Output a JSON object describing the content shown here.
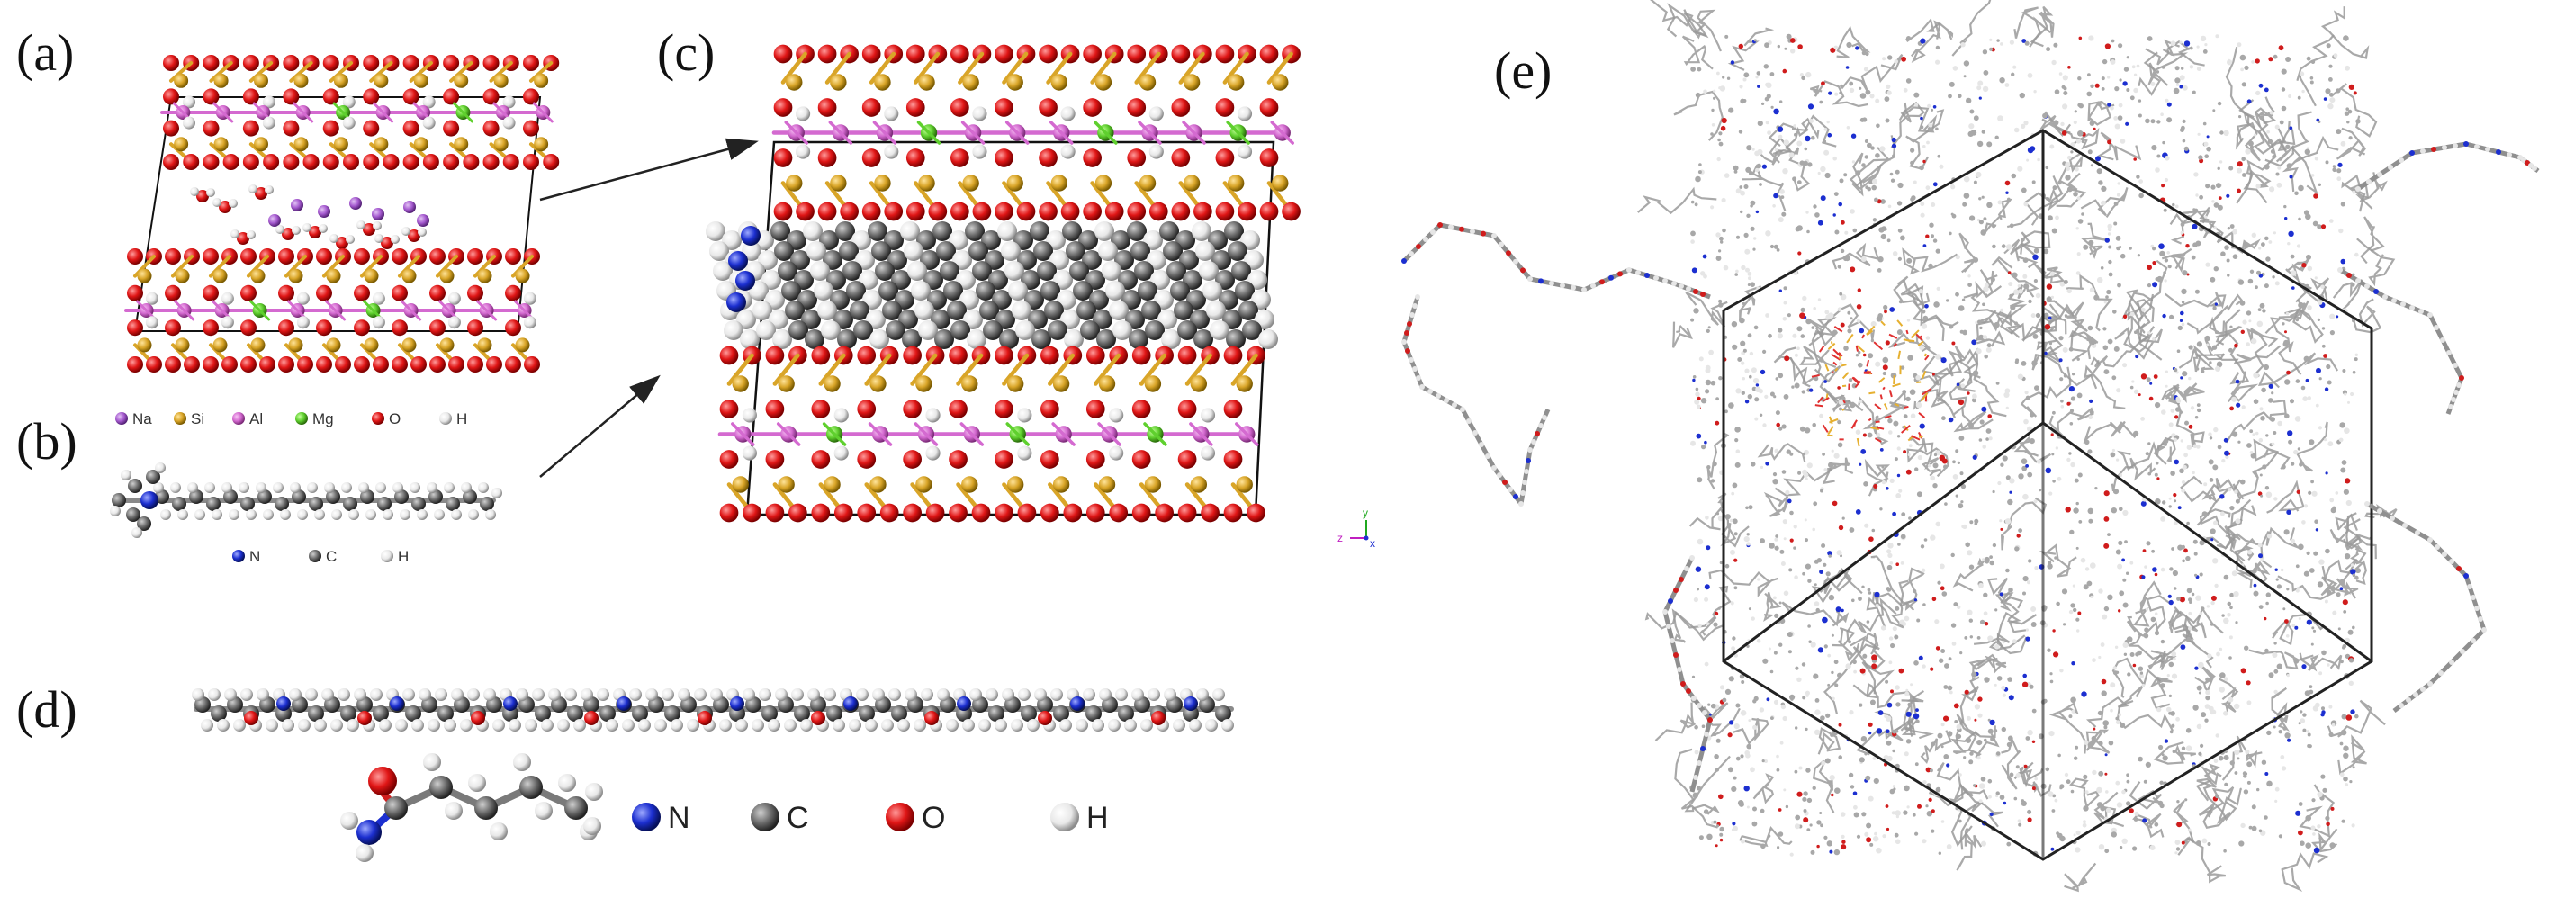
{
  "panels": {
    "a": "(a)",
    "b": "(b)",
    "c": "(c)",
    "d": "(d)",
    "e": "(e)"
  },
  "legend_a": [
    {
      "label": "Na",
      "color": "#a65bd0"
    },
    {
      "label": "Si",
      "color": "#d9a528"
    },
    {
      "label": "Al",
      "color": "#d46ad0"
    },
    {
      "label": "Mg",
      "color": "#5fd02e"
    },
    {
      "label": "O",
      "color": "#e01616"
    },
    {
      "label": "H",
      "color": "#e8e8e8"
    }
  ],
  "legend_b": [
    {
      "label": "N",
      "color": "#1c2fd0"
    },
    {
      "label": "C",
      "color": "#6d6d6d"
    },
    {
      "label": "H",
      "color": "#e8e8e8"
    }
  ],
  "legend_d": [
    {
      "label": "N",
      "color": "#1c2fd0"
    },
    {
      "label": "C",
      "color": "#6d6d6d"
    },
    {
      "label": "O",
      "color": "#e01616"
    },
    {
      "label": "H",
      "color": "#e8e8e8"
    }
  ],
  "axis_c": {
    "y": "y",
    "z": "z",
    "x": "x"
  },
  "colors": {
    "Si": "#d9a528",
    "O": "#e01616",
    "Al": "#d46ad0",
    "Mg": "#5fd02e",
    "Na": "#a65bd0",
    "H": "#e8e8e8",
    "C": "#6d6d6d",
    "N": "#1c2fd0"
  }
}
